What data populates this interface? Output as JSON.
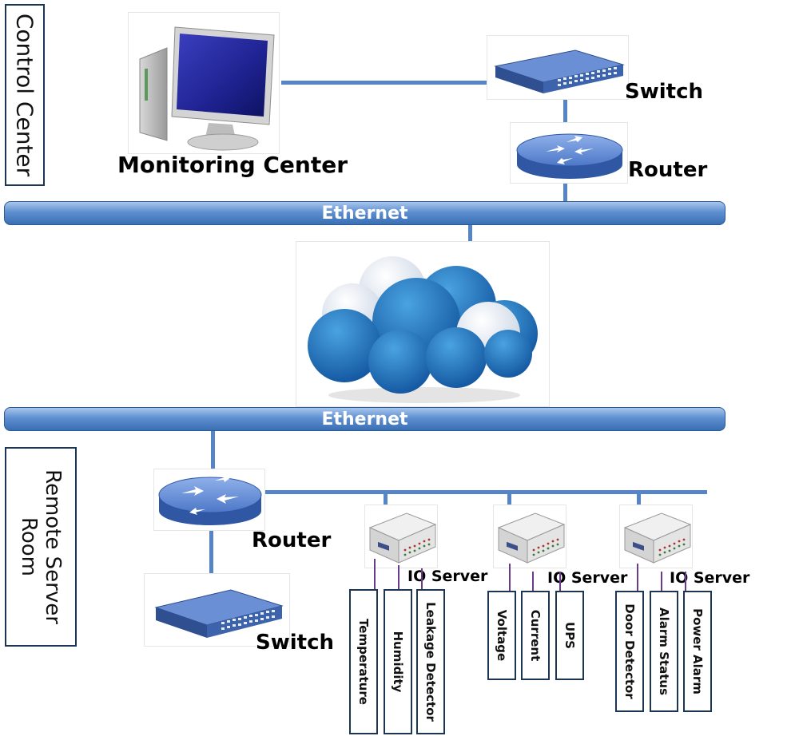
{
  "control_center": {
    "title": "Control Center"
  },
  "remote_room": {
    "title": "Remote Server Room"
  },
  "top": {
    "monitoring_label": "Monitoring Center",
    "switch_label": "Switch",
    "router_label": "Router",
    "ethernet_label": "Ethernet"
  },
  "bottom": {
    "ethernet_label": "Ethernet",
    "router_label": "Router",
    "switch_label": "Switch",
    "io_servers": [
      {
        "label": "IO Server",
        "sensors": [
          "Temperature",
          "Humidity",
          "Leakage Detector"
        ]
      },
      {
        "label": "IO Server",
        "sensors": [
          "Voltage",
          "Current",
          "UPS"
        ]
      },
      {
        "label": "IO Server",
        "sensors": [
          "Door Detector",
          "Alarm Status",
          "Power Alarm"
        ]
      }
    ]
  },
  "icons": {
    "monitor": "monitor-icon",
    "switch": "network-switch-icon",
    "router": "router-icon",
    "cloud": "cloud-icon",
    "io_server": "io-module-icon"
  },
  "colors": {
    "bus": "#3a6fb4",
    "link": "#5585c4",
    "sensor_link": "#6a3a8c",
    "border": "#1b3553"
  }
}
